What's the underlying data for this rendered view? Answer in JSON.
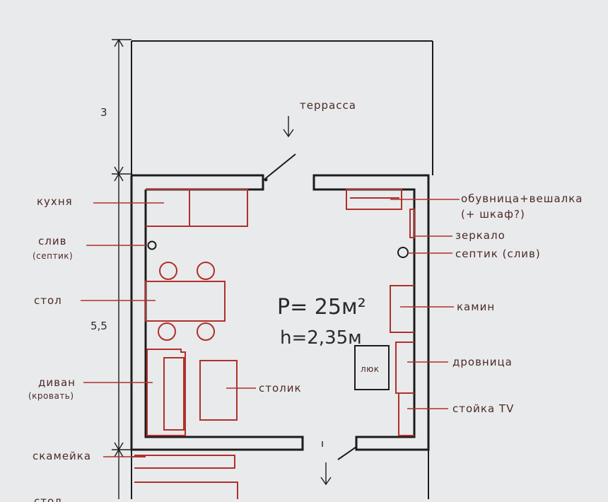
{
  "diagram": {
    "area_text": "P= 25м²",
    "height_text": "h=2,35м",
    "dimensions": {
      "terrace_depth": "3",
      "room_depth": "5,5"
    },
    "terrace_label": "террасса",
    "hatch_label": "люк",
    "labels_left": {
      "kitchen": "кухня",
      "drain_line1": "слив",
      "drain_line2": "(септик)",
      "table": "стол",
      "sofa_line1": "диван",
      "sofa_line2": "(кровать)",
      "bench": "скамейка",
      "table_bottom": "стол"
    },
    "labels_center": {
      "coffee_table": "столик"
    },
    "labels_right": {
      "shoe_rack_line1": "обувница+вешалка",
      "shoe_rack_line2": "(+ шкаф?)",
      "mirror": "зеркало",
      "septic": "септик (слив)",
      "fireplace": "камин",
      "woodpile": "дровница",
      "tv_stand": "стойка TV"
    },
    "colors": {
      "wall": "#1c1c1c",
      "furniture": "#b0302a",
      "label_text": "#4b2a26",
      "paper": "#e9eaec"
    }
  }
}
